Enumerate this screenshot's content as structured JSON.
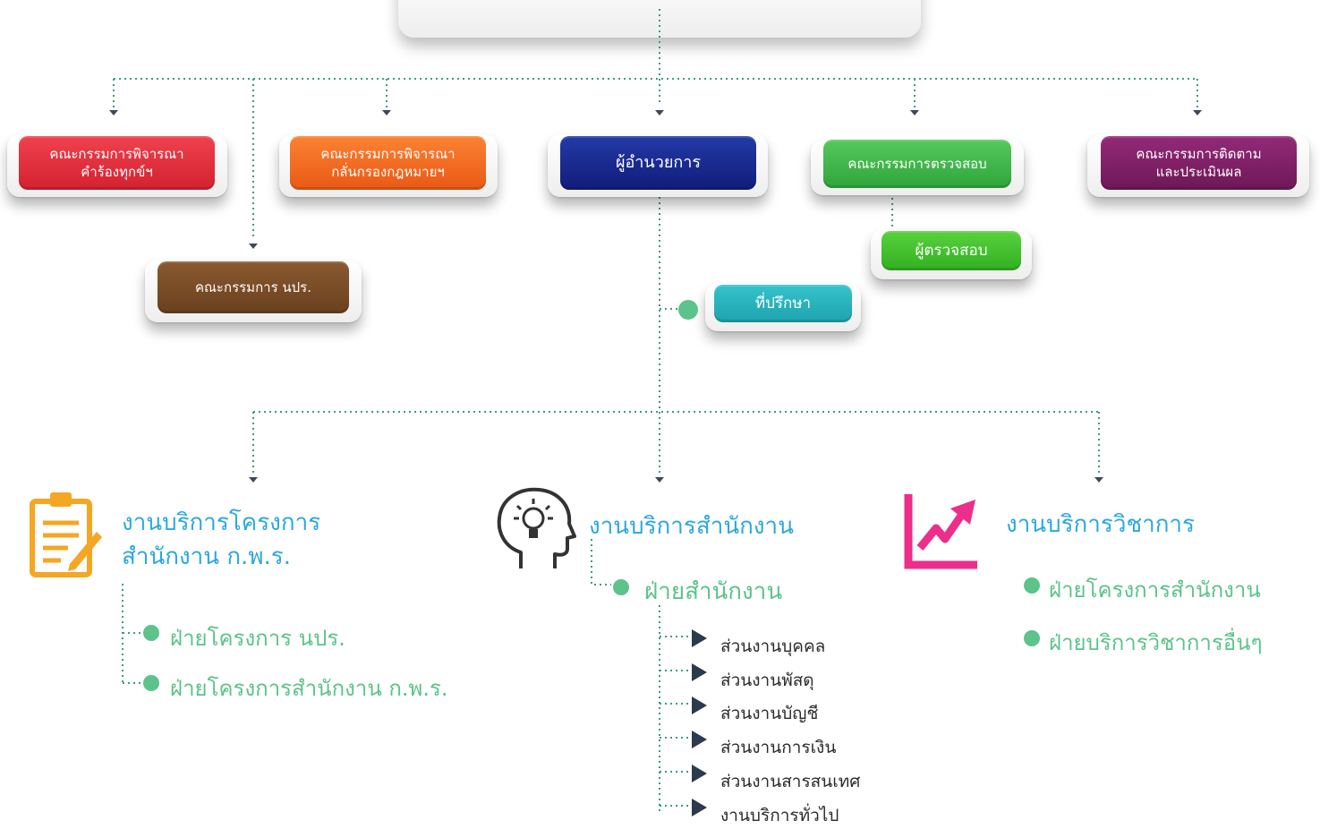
{
  "colors": {
    "red": "#e02a3b",
    "orange": "#f06a1e",
    "navy": "#16248c",
    "green": "#3db84a",
    "purple": "#7c1f63",
    "brown": "#774a25",
    "teal": "#26b1bb",
    "heading_blue": "#2aa8e0",
    "item_green": "#5cc38a",
    "connector": "#3a9e7f",
    "chart_icon": "#ec2f8a",
    "clip_icon": "#f5a623"
  },
  "nodes": {
    "complaints": "คณะกรรมการพิจารณา\nคำร้องทุกข์ฯ",
    "law_review": "คณะกรรมการพิจารณา\nกลั่นกรองกฎหมายฯ",
    "director": "ผู้อำนวยการ",
    "audit_committee": "คณะกรรมการตรวจสอบ",
    "monitoring": "คณะกรรมการติดตาม\nและประเมินผล",
    "npr_committee": "คณะกรรมการ นปร.",
    "auditor": "ผู้ตรวจสอบ",
    "advisor": "ที่ปรึกษา"
  },
  "divisions": {
    "projects": {
      "icon": "clipboard-icon",
      "title": "งานบริการโครงการ\nสำนักงาน ก.พ.ร.",
      "items": [
        "ฝ่ายโครงการ นปร.",
        "ฝ่ายโครงการสำนักงาน ก.พ.ร."
      ]
    },
    "office": {
      "icon": "head-lightbulb-icon",
      "title": "งานบริการสำนักงาน",
      "unit": "ฝ่ายสำนักงาน",
      "subitems": [
        "ส่วนงานบุคคล",
        "ส่วนงานพัสดุ",
        "ส่วนงานบัญชี",
        "ส่วนงานการเงิน",
        "ส่วนงานสารสนเทศ",
        "งานบริการทั่วไป"
      ]
    },
    "academic": {
      "icon": "trend-chart-icon",
      "title": "งานบริการวิชาการ",
      "items": [
        "ฝ่ายโครงการสำนักงาน",
        "ฝ่ายบริการวิชาการอื่นๆ"
      ]
    }
  }
}
